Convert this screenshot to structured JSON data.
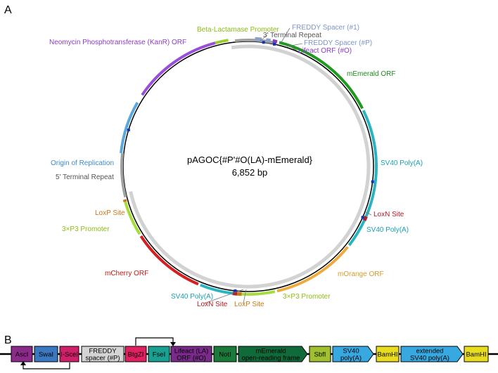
{
  "panels": {
    "a": "A",
    "b": "B"
  },
  "plasmid": {
    "name": "pAGOC{#P'#O(LA)-mEmerald}",
    "size": "6,852 bp"
  },
  "features": [
    {
      "id": "beta-lactamase-promoter",
      "label": "Beta-Lactamase Promoter",
      "color": "#9ccc2a",
      "a1": -15,
      "a2": -9
    },
    {
      "id": "three-prime-terminal-repeat",
      "label": "3' Terminal Repeat",
      "color": "#a0a0a0",
      "a1": -6,
      "a2": 12
    },
    {
      "id": "freddy-spacer-1",
      "label": "FREDDY Spacer (#1)",
      "color": "#8aa0c8",
      "a1": 3,
      "a2": 6
    },
    {
      "id": "freddy-spacer-p",
      "label": "FREDDY Spacer (#P)",
      "color": "#8aa0c8",
      "a1": 8,
      "a2": 10
    },
    {
      "id": "lifeact-orf",
      "label": "Lifeact ORF (#O)",
      "color": "#8040b8",
      "a1": 11,
      "a2": 13
    },
    {
      "id": "memerald-orf",
      "label": "mEmerald ORF",
      "color": "#1e9a1e",
      "a1": 14,
      "a2": 63
    },
    {
      "id": "sv40-polya-1",
      "label": "SV40 Poly(A)",
      "color": "#28b4c0",
      "a1": 64,
      "a2": 113
    },
    {
      "id": "loxn-site-1",
      "label": "LoxN Site",
      "color": "#b02028",
      "a1": 113,
      "a2": 115
    },
    {
      "id": "sv40-polya-2",
      "label": "SV40 Poly(A)",
      "color": "#28b4c0",
      "a1": 115,
      "a2": 128
    },
    {
      "id": "morange-orf",
      "label": "mOrange ORF",
      "color": "#eeac40",
      "a1": 129,
      "a2": 167
    },
    {
      "id": "3xp3-promoter-1",
      "label": "3×P3  Promoter",
      "color": "#a6dc3c",
      "a1": 168,
      "a2": 183
    },
    {
      "id": "loxp-site-1",
      "label": "LoxP Site",
      "color": "#c87818",
      "a1": 183,
      "a2": 185
    },
    {
      "id": "loxn-site-2",
      "label": "LoxN Site",
      "color": "#b02028",
      "a1": 185,
      "a2": 187
    },
    {
      "id": "sv40-polya-3",
      "label": "SV40 Poly(A)",
      "color": "#28b4c0",
      "a1": 187,
      "a2": 202
    },
    {
      "id": "mcherry-orf",
      "label": "mCherry ORF",
      "color": "#d42020",
      "a1": 203,
      "a2": 237
    },
    {
      "id": "3xp3-promoter-2",
      "label": "3×P3 Promoter",
      "color": "#a6dc3c",
      "a1": 238,
      "a2": 254
    },
    {
      "id": "loxp-site-2",
      "label": "LoxP Site",
      "color": "#c87818",
      "a1": 254,
      "a2": 255
    },
    {
      "id": "five-prime-terminal-repeat",
      "label": "5' Terminal Repeat",
      "color": "#a0a0a0",
      "a1": 256,
      "a2": 276
    },
    {
      "id": "origin-of-replication",
      "label": "Origin of Replication",
      "color": "#5aa8dc",
      "a1": 276,
      "a2": 300
    },
    {
      "id": "neomycin-orf",
      "label": "Neomycin Phosphotransferase (KanR) ORF",
      "color": "#9a4edc",
      "a1": 304,
      "a2": 345
    }
  ],
  "map_labels": [
    {
      "ref": "beta-lactamase-promoter",
      "text": "Beta-Lactamase Promoter",
      "color": "#8cbc14"
    },
    {
      "ref": "freddy-spacer-1",
      "text": "FREDDY Spacer (#1)",
      "color": "#7f95c6"
    },
    {
      "ref": "three-prime-terminal-repeat",
      "text": "3' Terminal Repeat",
      "color": "#555555"
    },
    {
      "ref": "freddy-spacer-p",
      "text": "FREDDY Spacer (#P)",
      "color": "#7f95c6"
    },
    {
      "ref": "lifeact-orf",
      "text": "Lifeact ORF (#O)",
      "color": "#8a3cc8"
    },
    {
      "ref": "memerald-orf",
      "text": "mEmerald ORF",
      "color": "#1e8a1e"
    },
    {
      "ref": "neomycin-orf",
      "text": "Neomycin Phosphotransferase (KanR) ORF",
      "color": "#8a3cc8"
    },
    {
      "ref": "sv40-polya-1",
      "text": "SV40 Poly(A)",
      "color": "#1aa0b0"
    },
    {
      "ref": "origin-of-replication",
      "text": "Origin of Replication",
      "color": "#3a8cc8"
    },
    {
      "ref": "five-prime-terminal-repeat",
      "text": "5' Terminal Repeat",
      "color": "#555555"
    },
    {
      "ref": "loxn-site-1",
      "text": "LoxN Site",
      "color": "#b01c24"
    },
    {
      "ref": "loxp-site-2",
      "text": "LoxP Site",
      "color": "#c87818"
    },
    {
      "ref": "sv40-polya-2",
      "text": "SV40 Poly(A)",
      "color": "#1aa0b0"
    },
    {
      "ref": "3xp3-promoter-2",
      "text": "3×P3 Promoter",
      "color": "#8cbc14"
    },
    {
      "ref": "morange-orf",
      "text": "mOrange ORF",
      "color": "#d89a2a"
    },
    {
      "ref": "mcherry-orf",
      "text": "mCherry ORF",
      "color": "#c01818"
    },
    {
      "ref": "sv40-polya-3",
      "text": "SV40 Poly(A)",
      "color": "#1aa0b0"
    },
    {
      "ref": "3xp3-promoter-1",
      "text": "3×P3  Promoter",
      "color": "#8cbc14"
    },
    {
      "ref": "loxn-site-2",
      "text": "LoxN Site",
      "color": "#b01c24"
    },
    {
      "ref": "loxp-site-1",
      "text": "LoxP Site",
      "color": "#c87818"
    }
  ],
  "linear_map": [
    {
      "id": "ascl",
      "lines": [
        "AscI"
      ],
      "color": "#8a2a8a",
      "shape": "box"
    },
    {
      "id": "swal",
      "lines": [
        "SwaI"
      ],
      "color": "#3a78c0",
      "shape": "box"
    },
    {
      "id": "i-scei",
      "lines": [
        "I-SceI"
      ],
      "color": "#d0206a",
      "shape": "box"
    },
    {
      "id": "freddy-spacer-p",
      "lines": [
        "FREDDY",
        "spacer (#P)"
      ],
      "color": "#d4d4d4",
      "shape": "box"
    },
    {
      "id": "btgzi",
      "lines": [
        "BtgZI"
      ],
      "color": "#e02060",
      "shape": "box"
    },
    {
      "id": "fsei",
      "lines": [
        "FseI"
      ],
      "color": "#1aa090",
      "shape": "box"
    },
    {
      "id": "lifeact",
      "lines": [
        "Lifeact (LA)",
        "ORF (#O)"
      ],
      "color": "#7a2a8a",
      "shape": "box"
    },
    {
      "id": "noti",
      "lines": [
        "NotI"
      ],
      "color": "#1a7a3a",
      "shape": "box"
    },
    {
      "id": "memerald",
      "lines": [
        "mEmerald",
        "open-reading frame"
      ],
      "color": "#106a3a",
      "shape": "arrow"
    },
    {
      "id": "sbfi",
      "lines": [
        "SbfI"
      ],
      "color": "#a0c030",
      "shape": "box"
    },
    {
      "id": "sv40",
      "lines": [
        "SV40",
        "poly(A)"
      ],
      "color": "#38a8e0",
      "shape": "arrow"
    },
    {
      "id": "bamhi-1",
      "lines": [
        "BamHI"
      ],
      "color": "#e8dc20",
      "shape": "box"
    },
    {
      "id": "ext-sv40",
      "lines": [
        "extended",
        "SV40 poly(A)"
      ],
      "color": "#38a8e0",
      "shape": "arrow"
    },
    {
      "id": "bamhi-2",
      "lines": [
        "BamHI"
      ],
      "color": "#e8dc20",
      "shape": "box"
    }
  ]
}
